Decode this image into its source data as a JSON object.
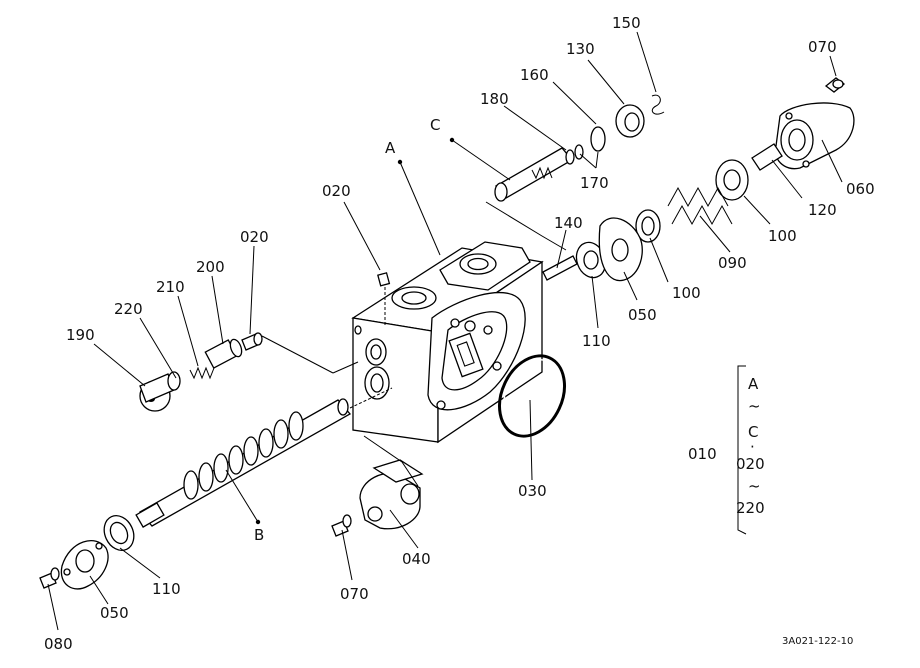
{
  "figure_code": "3A021-122-10",
  "callouts": {
    "c150": "150",
    "c130": "130",
    "c160": "160",
    "c180": "180",
    "c170": "170",
    "cC": "C",
    "cA": "A",
    "c070a": "070",
    "c060": "060",
    "c120": "120",
    "c100a": "100",
    "c090": "090",
    "c100b": "100",
    "c140": "140",
    "c110a": "110",
    "c050a": "050",
    "c020a": "020",
    "c020b": "020",
    "c200": "200",
    "c210": "210",
    "c220": "220",
    "c190": "190",
    "cB": "B",
    "c030": "030",
    "c040": "040",
    "c070b": "070",
    "c110b": "110",
    "c050b": "050",
    "c080": "080"
  },
  "group": {
    "label": "010",
    "lines": [
      "A",
      "~",
      "C",
      "·",
      "020",
      "~",
      "220"
    ]
  }
}
